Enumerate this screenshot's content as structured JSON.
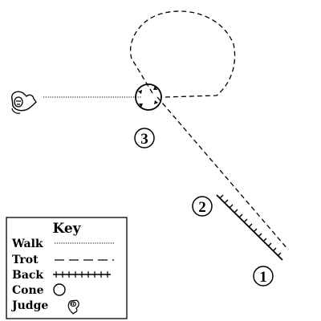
{
  "steps": [
    {
      "number": "1"
    },
    {
      "number": "2"
    },
    {
      "number": "3"
    }
  ],
  "key": {
    "title": "Key",
    "items": [
      {
        "label": "Walk",
        "icon": "walk-line-sample"
      },
      {
        "label": "Trot",
        "icon": "trot-dash-sample"
      },
      {
        "label": "Back",
        "icon": "back-tick-sample"
      },
      {
        "label": "Cone",
        "icon": "cone-icon"
      },
      {
        "label": "Judge",
        "icon": "judge-icon"
      }
    ]
  },
  "colors": {
    "ink": "#000000",
    "background": "#ffffff"
  }
}
